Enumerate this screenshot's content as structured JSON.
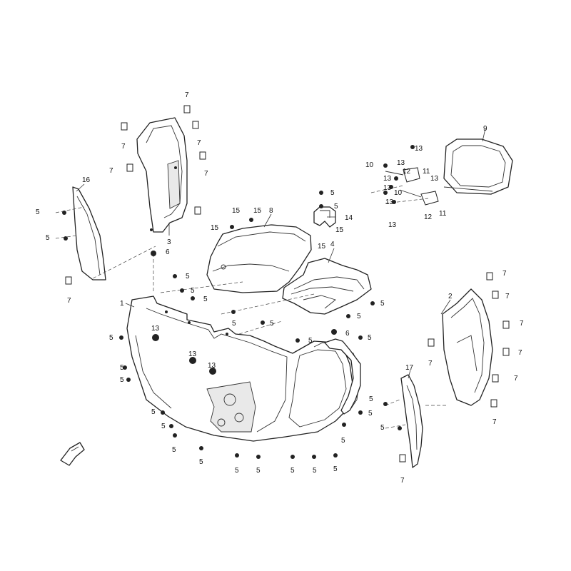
{
  "diagram": {
    "part_labels": {
      "p1": "1",
      "p2": "2",
      "p3": "3",
      "p4": "4",
      "p6": "6",
      "p8": "8",
      "p9": "9",
      "p14": "14",
      "p16": "16",
      "p17": "17"
    },
    "fastener_labels": {
      "n5": "5",
      "n6": "6",
      "n7": "7",
      "n10": "10",
      "n11": "11",
      "n12": "12",
      "n13": "13",
      "n15": "15"
    }
  }
}
